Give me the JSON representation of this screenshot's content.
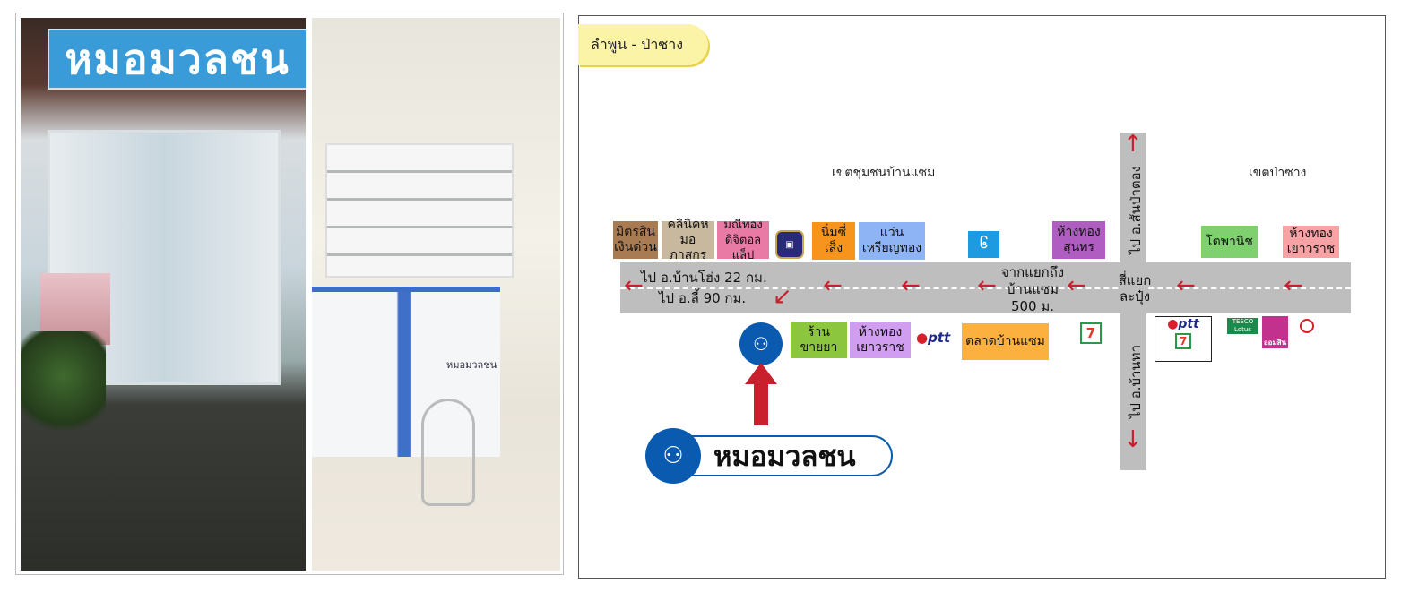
{
  "photos": {
    "storefront_sign": "หมอมวลชน",
    "counter_label": "หมอมวลชน"
  },
  "map": {
    "title": "ลำพูน - ป่าซาง",
    "zones": {
      "left": "เขตชุมชนบ้านแซม",
      "right": "เขตป่าซาง"
    },
    "road_labels": {
      "west_1": "ไป อ.บ้านโฮ่ง 22 กม.",
      "west_2": "ไป อ.ลี้ 90 กม.",
      "distance_1": "จากแยกถึง",
      "distance_2": "บ้านแซม",
      "distance_3": "500 ม.",
      "junction_1": "สี่แยก",
      "junction_2": "ละปุ๋ง",
      "north": "ไป อ.สันป่าตอง",
      "south": "ไป อ.บ้านทา"
    },
    "shops_north": [
      {
        "label1": "มิตรสิน",
        "label2": "เงินด่วน",
        "color": "#a87b52"
      },
      {
        "label1": "คลินิคหมอ",
        "label2": "ภาสกร",
        "color": "#c7b89e"
      },
      {
        "label1": "มณีทอง",
        "label2": "ดิจิตอลแล็ป",
        "color": "#e97aa6"
      },
      {
        "label1": "นิ่มซี่เส็ง",
        "label2": "",
        "color": "#f7941d"
      },
      {
        "label1": "แว่น",
        "label2": "เหรียญทอง",
        "color": "#8fb4f5"
      },
      {
        "label1": "ห้างทอง",
        "label2": "สุนทร",
        "color": "#b05dc1"
      },
      {
        "label1": "โตพานิช",
        "label2": "",
        "color": "#7fd16f"
      },
      {
        "label1": "ห้างทอง",
        "label2": "เยาวราช",
        "color": "#f7a3a6"
      }
    ],
    "shops_south": [
      {
        "label1": "ร้าน",
        "label2": "ขายยา",
        "color": "#8cc63f"
      },
      {
        "label1": "ห้างทอง",
        "label2": "เยาวราช",
        "color": "#d19df0"
      },
      {
        "label1": "ตลาดบ้านแซม",
        "label2": "",
        "color": "#fbb040"
      }
    ],
    "logos": {
      "ptt": "ptt",
      "seven": "7",
      "tesco_1": "TESCO",
      "tesco_2": "Lotus",
      "gsb": "ออมสิน"
    },
    "brand_name": "หมอมวลชน",
    "colors": {
      "road": "#bebebf",
      "arrow": "#c8202c",
      "brand": "#0a5bb0",
      "title_tab": "#fbf3a5"
    }
  }
}
